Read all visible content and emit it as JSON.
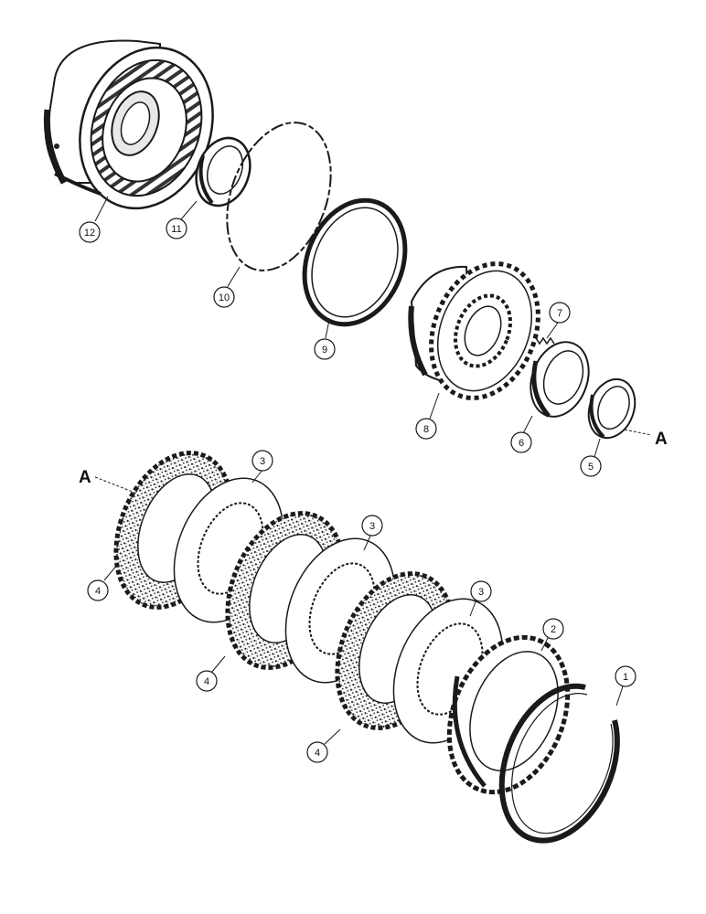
{
  "diagram": {
    "callouts": {
      "c1": "1",
      "c2": "2",
      "c3a": "3",
      "c3b": "3",
      "c3c": "3",
      "c4a": "4",
      "c4b": "4",
      "c4c": "4",
      "c5": "5",
      "c6": "6",
      "c7": "7",
      "c8": "8",
      "c9": "9",
      "c10": "10",
      "c11": "11",
      "c12": "12"
    },
    "reference_marks": {
      "right": "A",
      "left": "A"
    },
    "colors": {
      "ink": "#1a1a1a",
      "paper": "#ffffff",
      "shade": "#3a3a3a"
    }
  }
}
